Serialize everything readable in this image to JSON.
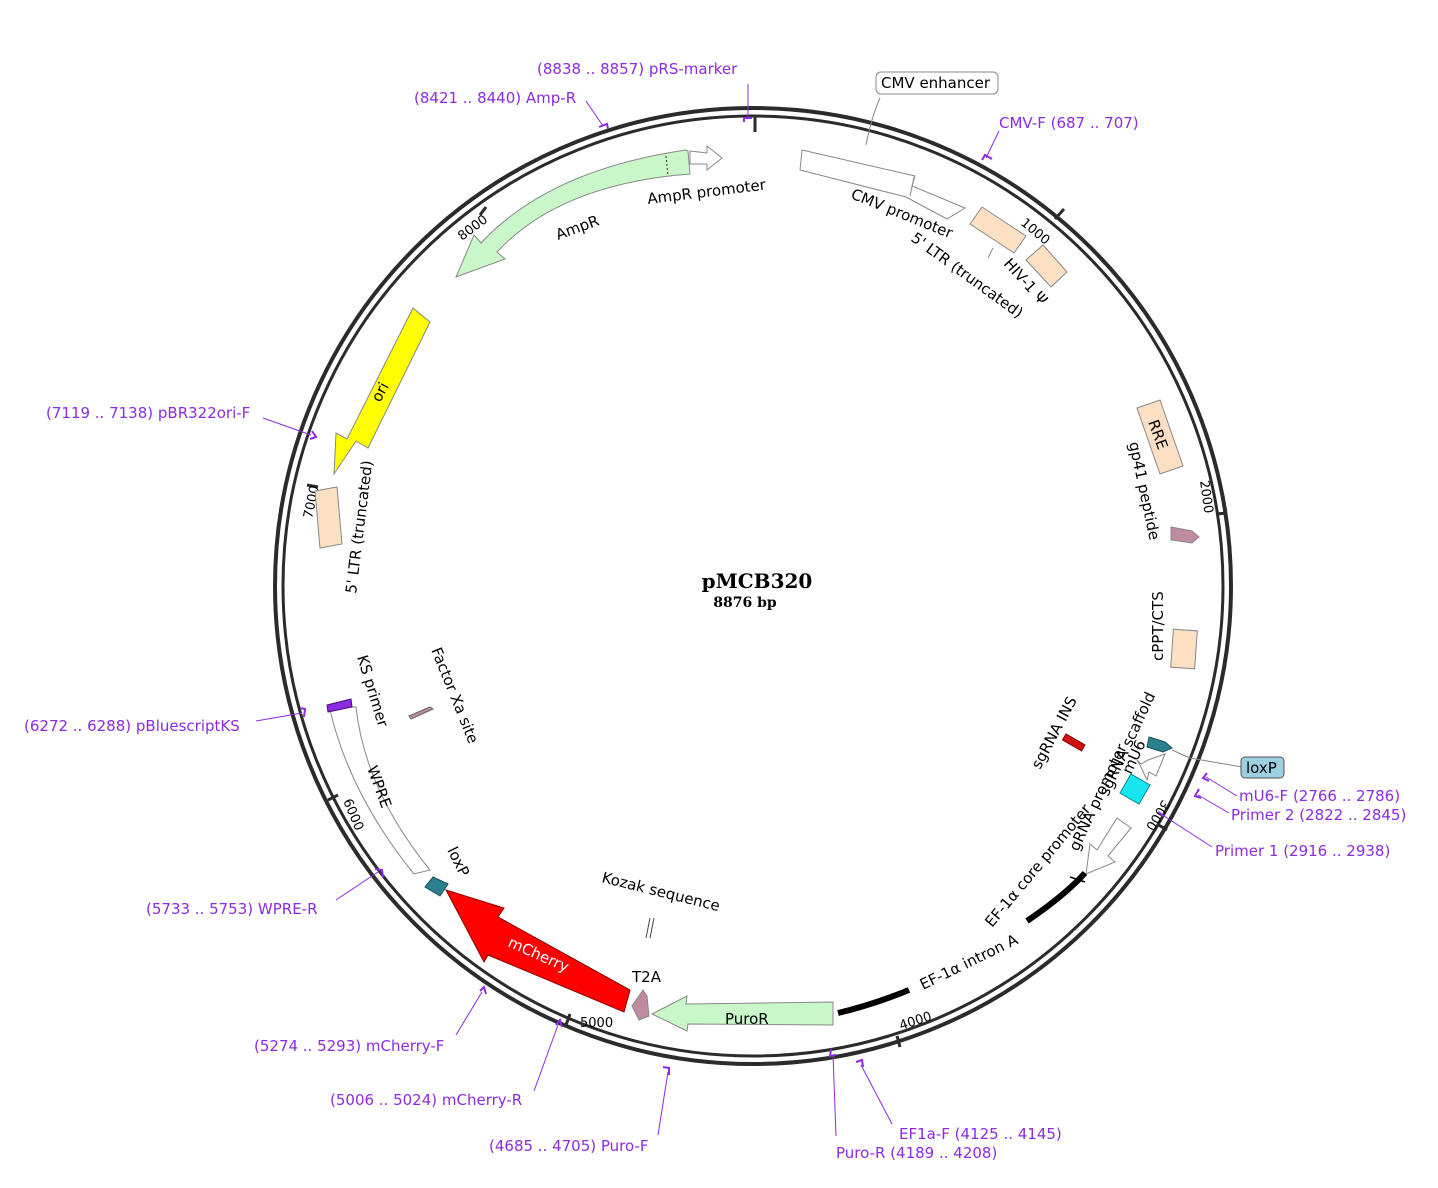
{
  "plasmid": {
    "name": "pMCB320",
    "size": "8876 bp"
  },
  "colors": {
    "primer": "#8c2be2",
    "backbone": "#000000"
  },
  "ticks": [
    "1000",
    "2000",
    "3000",
    "4000",
    "5000",
    "6000",
    "7000",
    "8000"
  ],
  "features": {
    "cmv_enhancer": "CMV enhancer",
    "cmv_promoter": "CMV promoter",
    "ltr5_trunc": "5' LTR (truncated)",
    "hiv_psi": "HIV-1 Ψ",
    "rre": "RRE",
    "gp41": "gp41 peptide",
    "cppt": "cPPT/CTS",
    "sgrna_ins": "sgRNA INS",
    "sgrna_scaffold": "sgRNA scaffold",
    "mu6": "mU6",
    "loxp_box": "loxP",
    "grna_promoter": "gRNA promoter",
    "ef1a_core": "EF-1α core promoter",
    "ef1a_intron": "EF-1α intron A",
    "puror": "PuroR",
    "t2a": "T2A",
    "kozak": "Kozak sequence",
    "mcherry": "mCherry",
    "loxp": "loxP",
    "wpre": "WPRE",
    "ks_primer": "KS primer",
    "factor_xa": "Factor Xa site",
    "ltr5_trunc_left": "5' LTR (truncated)",
    "ori": "ori",
    "ampr": "AmpR",
    "ampr_promoter": "AmpR promoter"
  },
  "primers": {
    "prs_marker": "(8838 .. 8857)  pRS-marker",
    "amp_r": "(8421 .. 8440)  Amp-R",
    "cmv_f": "CMV-F    (687 .. 707)",
    "pbr322ori_f": "(7119 .. 7138)  pBR322ori-F",
    "mu6_f": "mU6-F   (2766 .. 2786)",
    "primer2": "Primer 2   (2822 .. 2845)",
    "primer1": "Primer 1   (2916 .. 2938)",
    "pbluescriptks": "(6272 .. 6288)  pBluescriptKS",
    "wpre_r": "(5733 .. 5753)  WPRE-R",
    "mcherry_f": "(5274 .. 5293)  mCherry-F",
    "mcherry_r": "(5006 .. 5024)  mCherry-R",
    "puro_f": "(4685 .. 4705)  Puro-F",
    "ef1a_f": "EF1a-F    (4125 .. 4145)",
    "puro_r": "Puro-R   (4189 .. 4208)"
  }
}
